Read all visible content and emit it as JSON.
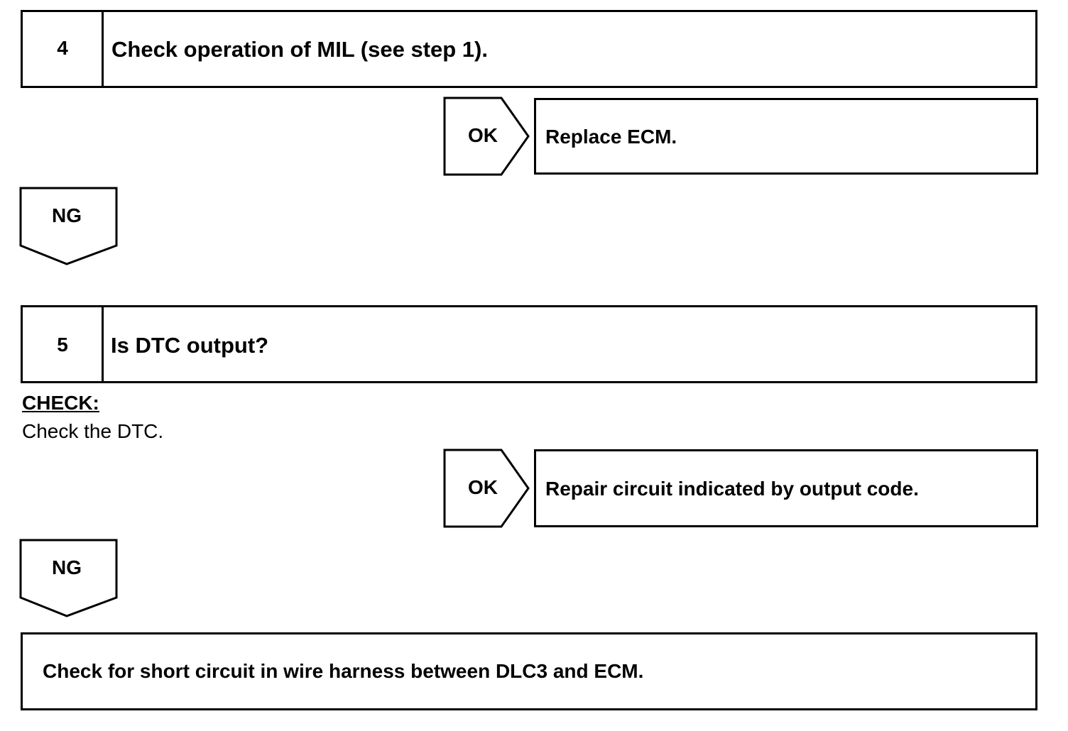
{
  "steps": [
    {
      "number": "4",
      "title": "Check operation of MIL (see step 1).",
      "ok_label": "OK",
      "ok_action": "Replace ECM.",
      "ng_label": "NG"
    },
    {
      "number": "5",
      "title": "Is DTC output?",
      "check_heading": "CHECK:",
      "check_text": "Check the DTC.",
      "ok_label": "OK",
      "ok_action": "Repair circuit indicated by output code.",
      "ng_label": "NG"
    }
  ],
  "final_action": "Check for short circuit in wire harness between DLC3 and ECM."
}
